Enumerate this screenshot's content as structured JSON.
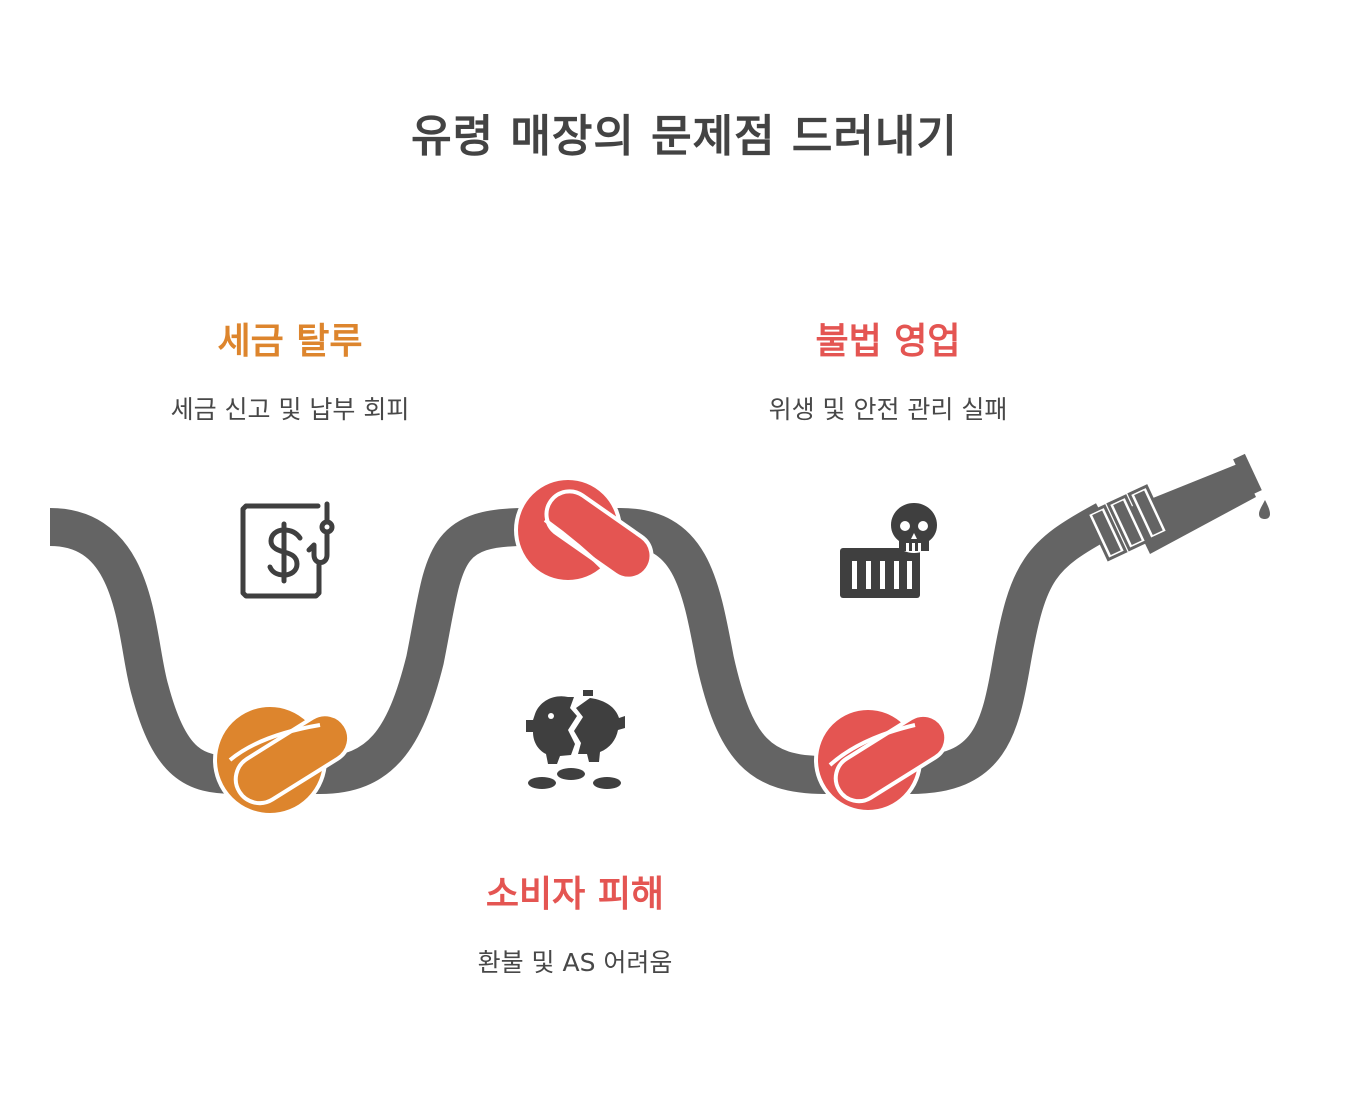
{
  "title": "유령 매장의 문제점 드러내기",
  "items": [
    {
      "heading": "세금 탈루",
      "description": "세금 신고 및 납부 회피",
      "icon": "tax-evasion-icon",
      "color": "#DD852D"
    },
    {
      "heading": "불법 영업",
      "description": "위생 및 안전 관리 실패",
      "icon": "toxic-hazard-icon",
      "color": "#E45552"
    },
    {
      "heading": "소비자 피해",
      "description": "환불 및 AS 어려움",
      "icon": "broken-piggy-bank-icon",
      "color": "#E45552"
    }
  ],
  "colors": {
    "hose": "#646464",
    "icon": "#3F3F3F",
    "title": "#434343",
    "knot_orange": "#DD852D",
    "knot_red": "#E45552"
  }
}
